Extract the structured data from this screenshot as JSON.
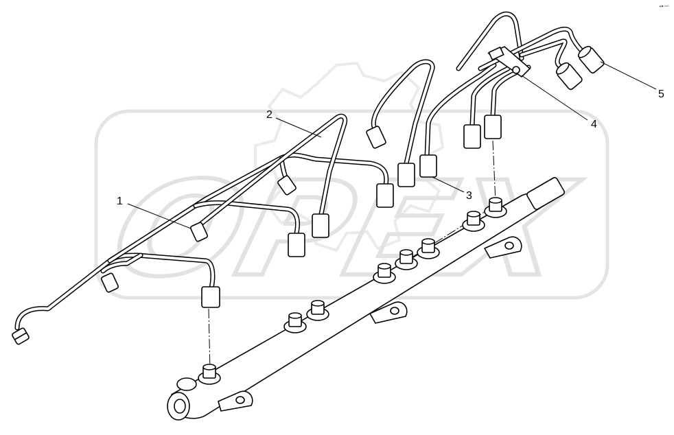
{
  "watermark": {
    "text": "OPEX"
  },
  "callouts": [
    {
      "id": "1",
      "label": "1"
    },
    {
      "id": "2",
      "label": "2"
    },
    {
      "id": "3",
      "label": "3"
    },
    {
      "id": "4",
      "label": "4"
    },
    {
      "id": "5",
      "label": "5"
    }
  ],
  "corner_mark": {
    "text": "▲▶ 0x0"
  }
}
